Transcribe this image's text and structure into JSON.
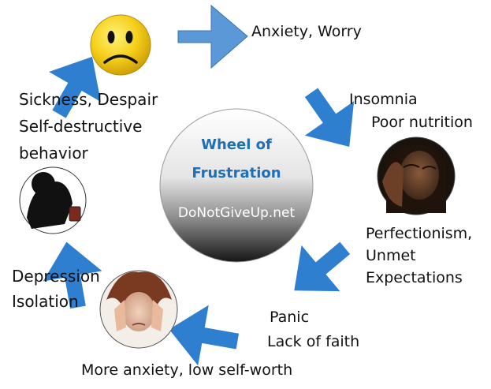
{
  "wheel": {
    "title_line1": "Wheel of",
    "title_line2": "Frustration",
    "site": "DoNotGiveUp.net"
  },
  "stages": {
    "anxiety": "Anxiety, Worry",
    "insomnia": "Insomnia",
    "poor_nutrition": "Poor nutrition",
    "perfectionism_1": "Perfectionism,",
    "perfectionism_2": "Unmet",
    "perfectionism_3": "Expectations",
    "panic": "Panic",
    "lack_of_faith": "Lack of faith",
    "more_anxiety": "More anxiety, low self-worth",
    "depression": "Depression",
    "isolation": "Isolation",
    "sickness": "Sickness, Despair",
    "self_destructive": "Self-destructive",
    "behavior": "behavior"
  },
  "colors": {
    "arrow_main": "#2f7fd0",
    "arrow_light": "#5b98d8",
    "title_blue": "#1f6fb6",
    "smiley": "#f5cf1a"
  },
  "icons": [
    "sad-face-icon",
    "stressed-woman-photo",
    "despairing-man-photo",
    "anxious-woman-photo"
  ]
}
